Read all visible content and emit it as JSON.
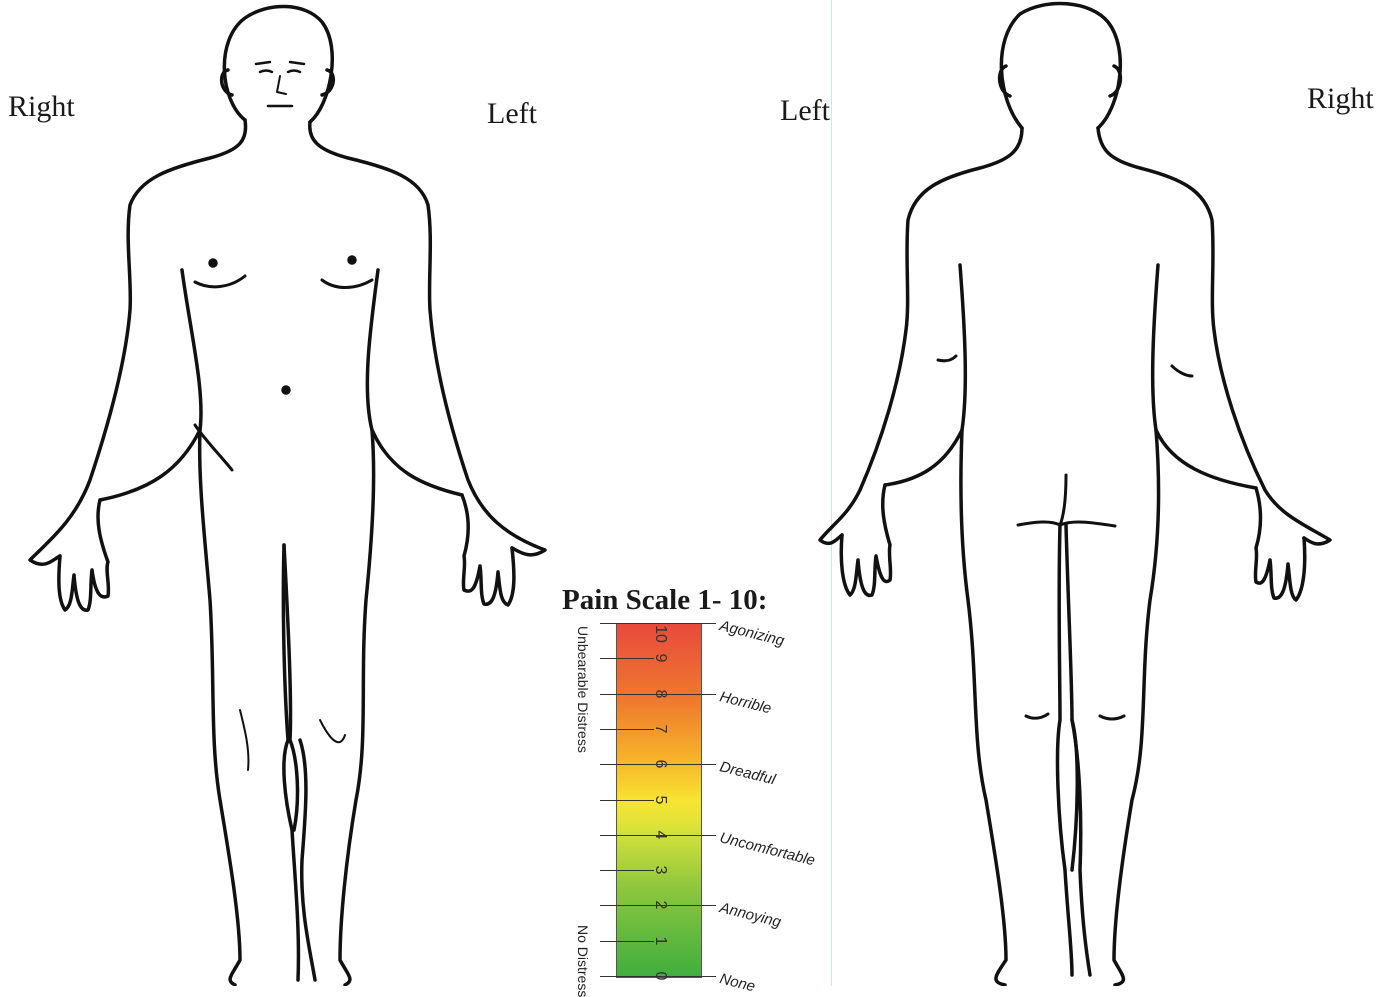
{
  "front_view": {
    "right_label": "Right",
    "left_label": "Left"
  },
  "back_view": {
    "left_label": "Left",
    "right_label": "Right"
  },
  "pain_scale": {
    "title": "Pain Scale 1- 10:",
    "numbers": [
      "10",
      "9",
      "8",
      "7",
      "6",
      "5",
      "4",
      "3",
      "2",
      "1",
      "0"
    ],
    "descriptors": [
      "Agonizing",
      "Horrible",
      "Dreadful",
      "Uncomfortable",
      "Annoying",
      "None"
    ],
    "top_anchor": "Unbearable Distress",
    "bottom_anchor": "No Distress",
    "colors": {
      "high": "#e84a3c",
      "mid": "#f8e432",
      "low": "#3fae3e"
    }
  }
}
